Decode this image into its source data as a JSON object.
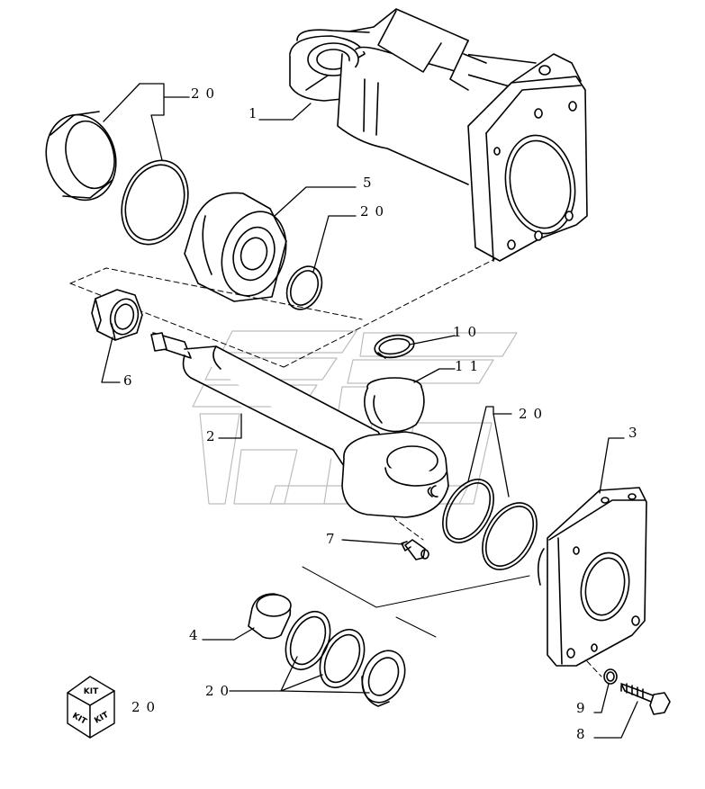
{
  "callouts": [
    {
      "id": "1",
      "text": "1"
    },
    {
      "id": "2",
      "text": "2"
    },
    {
      "id": "3",
      "text": "3"
    },
    {
      "id": "4",
      "text": "4"
    },
    {
      "id": "5",
      "text": "5"
    },
    {
      "id": "6",
      "text": "6"
    },
    {
      "id": "7",
      "text": "7"
    },
    {
      "id": "8",
      "text": "8"
    },
    {
      "id": "9",
      "text": "9"
    },
    {
      "id": "10",
      "text": "10"
    },
    {
      "id": "11",
      "text": "11"
    },
    {
      "id": "20a",
      "text": "20"
    },
    {
      "id": "20b",
      "text": "20"
    },
    {
      "id": "20c",
      "text": "20"
    },
    {
      "id": "20d",
      "text": "20"
    },
    {
      "id": "20e",
      "text": "20"
    }
  ],
  "kit_icon": {
    "label": "KIT"
  }
}
